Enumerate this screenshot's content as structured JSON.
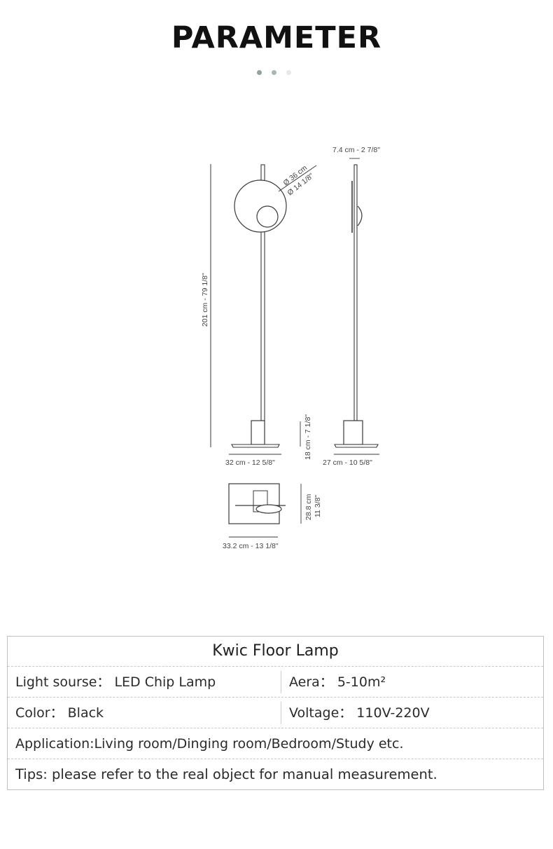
{
  "page": {
    "title": "PARAMETER",
    "carousel_dots": [
      "#8fa3a3",
      "#a9b6b6",
      "#e3e8e8"
    ]
  },
  "drawing": {
    "height_label": "201 cm - 79 1/8\"",
    "shade_diameter_cm": "Ø 36 cm",
    "shade_diameter_in": "Ø 14 1/8\"",
    "side_thickness_label": "7.4 cm - 2 7/8\"",
    "base_block_height_label": "18 cm - 7 1/8\"",
    "front_base_width_label": "32 cm - 12 5/8\"",
    "side_base_width_label": "27 cm - 10 5/8\"",
    "top_view_depth_cm": "28.8 cm",
    "top_view_depth_in": "11 3/8\"",
    "top_view_width_label": "33.2 cm - 13 1/8\""
  },
  "spec": {
    "product_name": "Kwic Floor Lamp",
    "light_source": "Light sourse：  LED Chip Lamp",
    "area": "Aera：  5-10m²",
    "color": "Color：  Black",
    "voltage": "Voltage：  110V-220V",
    "application": "Application:Living room/Dinging room/Bedroom/Study etc.",
    "tips": "Tips: please refer to the real object for manual measurement."
  }
}
